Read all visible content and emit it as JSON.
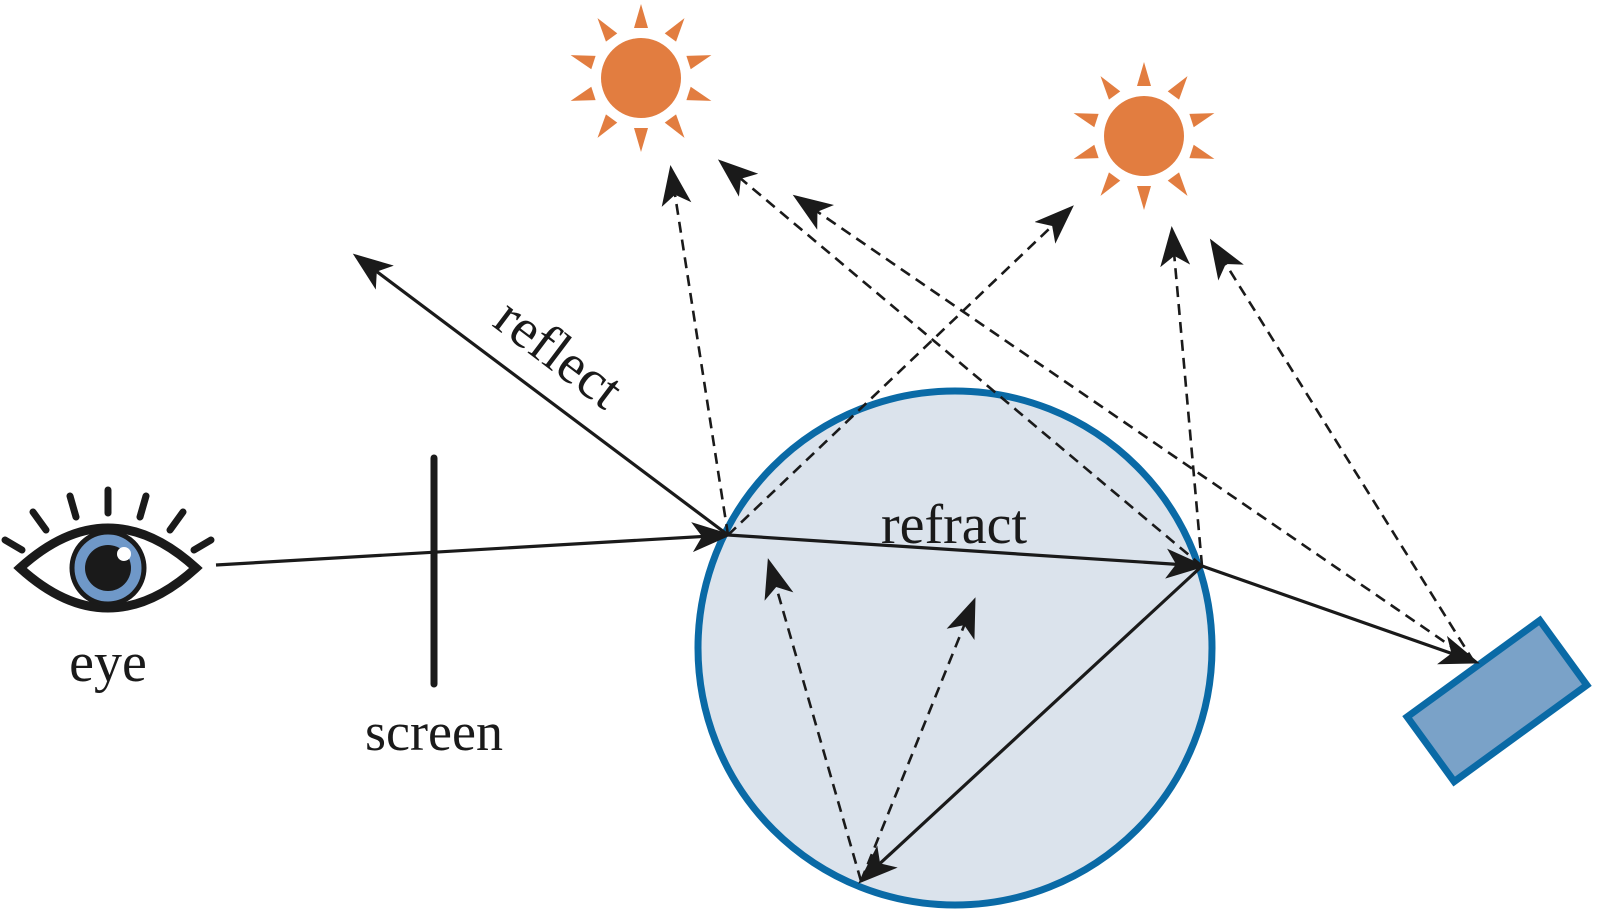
{
  "labels": {
    "eye": "eye",
    "screen": "screen",
    "reflect": "reflect",
    "refract": "refract"
  },
  "colors": {
    "sphere_fill": "#dbe3ec",
    "sphere_stroke": "#0a6aa6",
    "sun": "#e27d40",
    "object_fill": "#7aa2c8",
    "object_stroke": "#0a6aa6",
    "eye_iris": "#6f98c8",
    "ink": "#1a1a1a"
  },
  "icons": {
    "eye": "eye-icon",
    "light_source": "sun-icon",
    "object": "rectangle-object"
  }
}
